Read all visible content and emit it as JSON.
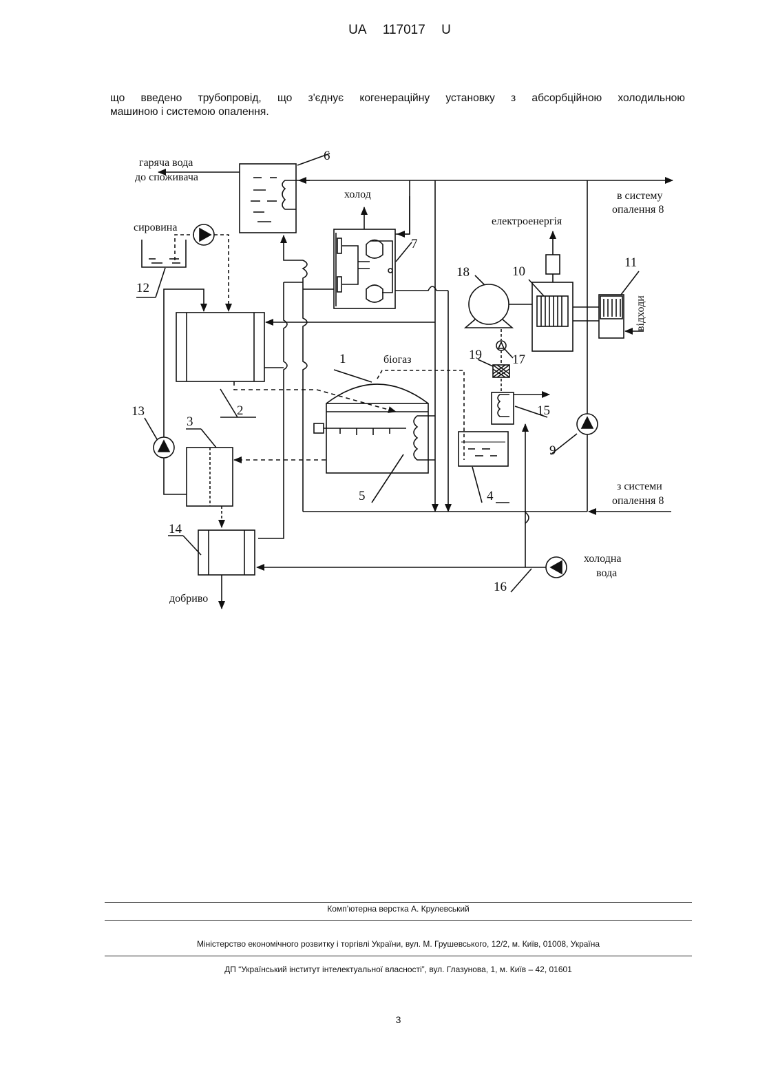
{
  "header": {
    "country": "UA",
    "number": "117017",
    "kind": "U"
  },
  "body_text": {
    "line1": "що введено трубопровід, що з'єднує когенераційну установку з абсорбційною холодильною",
    "line2": "машиною і системою опалення."
  },
  "figure": {
    "labels": {
      "hot_water_line1": "гаряча вода",
      "hot_water_line2": "до споживача",
      "cold": "холод",
      "to_heating_line1": "в систему",
      "to_heating_line2": "опалення 8",
      "raw_material": "сировина",
      "electricity": "електроенергія",
      "waste": "відходи",
      "biogas": "біогаз",
      "from_heating_line1": "з системи",
      "from_heating_line2": "опалення 8",
      "cold_water_line1": "холодна",
      "cold_water_line2": "вода",
      "fertilizer": "добриво"
    },
    "numbers": {
      "n1": "1",
      "n2": "2",
      "n3": "3",
      "n4": "4",
      "n5": "5",
      "n6": "6",
      "n7": "7",
      "n9": "9",
      "n10": "10",
      "n11": "11",
      "n12": "12",
      "n13": "13",
      "n14": "14",
      "n15": "15",
      "n16": "16",
      "n17": "17",
      "n18": "18",
      "n19": "19"
    }
  },
  "footer": {
    "layout": "Комп’ютерна верстка А. Крулевський",
    "ministry": "Міністерство економічного розвитку і торгівлі України, вул. М. Грушевського, 12/2, м. Київ, 01008, Україна",
    "institute": "ДП “Український інститут інтелектуальної власності”, вул. Глазунова, 1, м. Київ – 42, 01601"
  },
  "page_number": "3"
}
